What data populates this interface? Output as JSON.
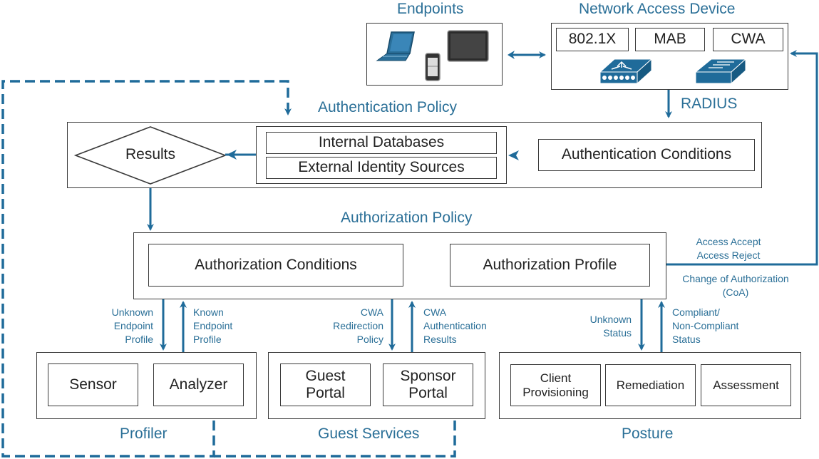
{
  "colors": {
    "accent": "#1f6b9a",
    "box_border": "#3a3a3a",
    "label_text": "#2a6f97",
    "body_text": "#222222"
  },
  "endpoints": {
    "title": "Endpoints",
    "devices": [
      "laptop-icon",
      "smartphone-icon",
      "tablet-icon"
    ]
  },
  "nad": {
    "title": "Network Access Device",
    "methods": [
      "802.1X",
      "MAB",
      "CWA"
    ],
    "devices": [
      "router-icon",
      "switch-icon"
    ]
  },
  "radius_label": "RADIUS",
  "authentication": {
    "title": "Authentication Policy",
    "results": "Results",
    "identity_sources": [
      "Internal Databases",
      "External Identity Sources"
    ],
    "conditions": "Authentication Conditions"
  },
  "authorization": {
    "title": "Authorization Policy",
    "conditions": "Authorization Conditions",
    "profile": "Authorization Profile",
    "return_labels": [
      "Access Accept",
      "Access Reject"
    ],
    "coa_label": [
      "Change of Authorization",
      "(CoA)"
    ]
  },
  "profiler": {
    "title": "Profiler",
    "down_label": [
      "Unknown",
      "Endpoint",
      "Profile"
    ],
    "up_label": [
      "Known",
      "Endpoint",
      "Profile"
    ],
    "components": [
      "Sensor",
      "Analyzer"
    ]
  },
  "guest": {
    "title": "Guest Services",
    "down_label": [
      "CWA",
      "Redirection",
      "Policy"
    ],
    "up_label": [
      "CWA",
      "Authentication",
      "Results"
    ],
    "components": [
      [
        "Guest",
        "Portal"
      ],
      [
        "Sponsor",
        "Portal"
      ]
    ]
  },
  "posture": {
    "title": "Posture",
    "down_label": [
      "Unknown",
      "Status"
    ],
    "up_label": [
      "Compliant/",
      "Non-Compliant",
      "Status"
    ],
    "components": [
      [
        "Client",
        "Provisioning"
      ],
      [
        "Remediation"
      ],
      [
        "Assessment"
      ]
    ]
  }
}
